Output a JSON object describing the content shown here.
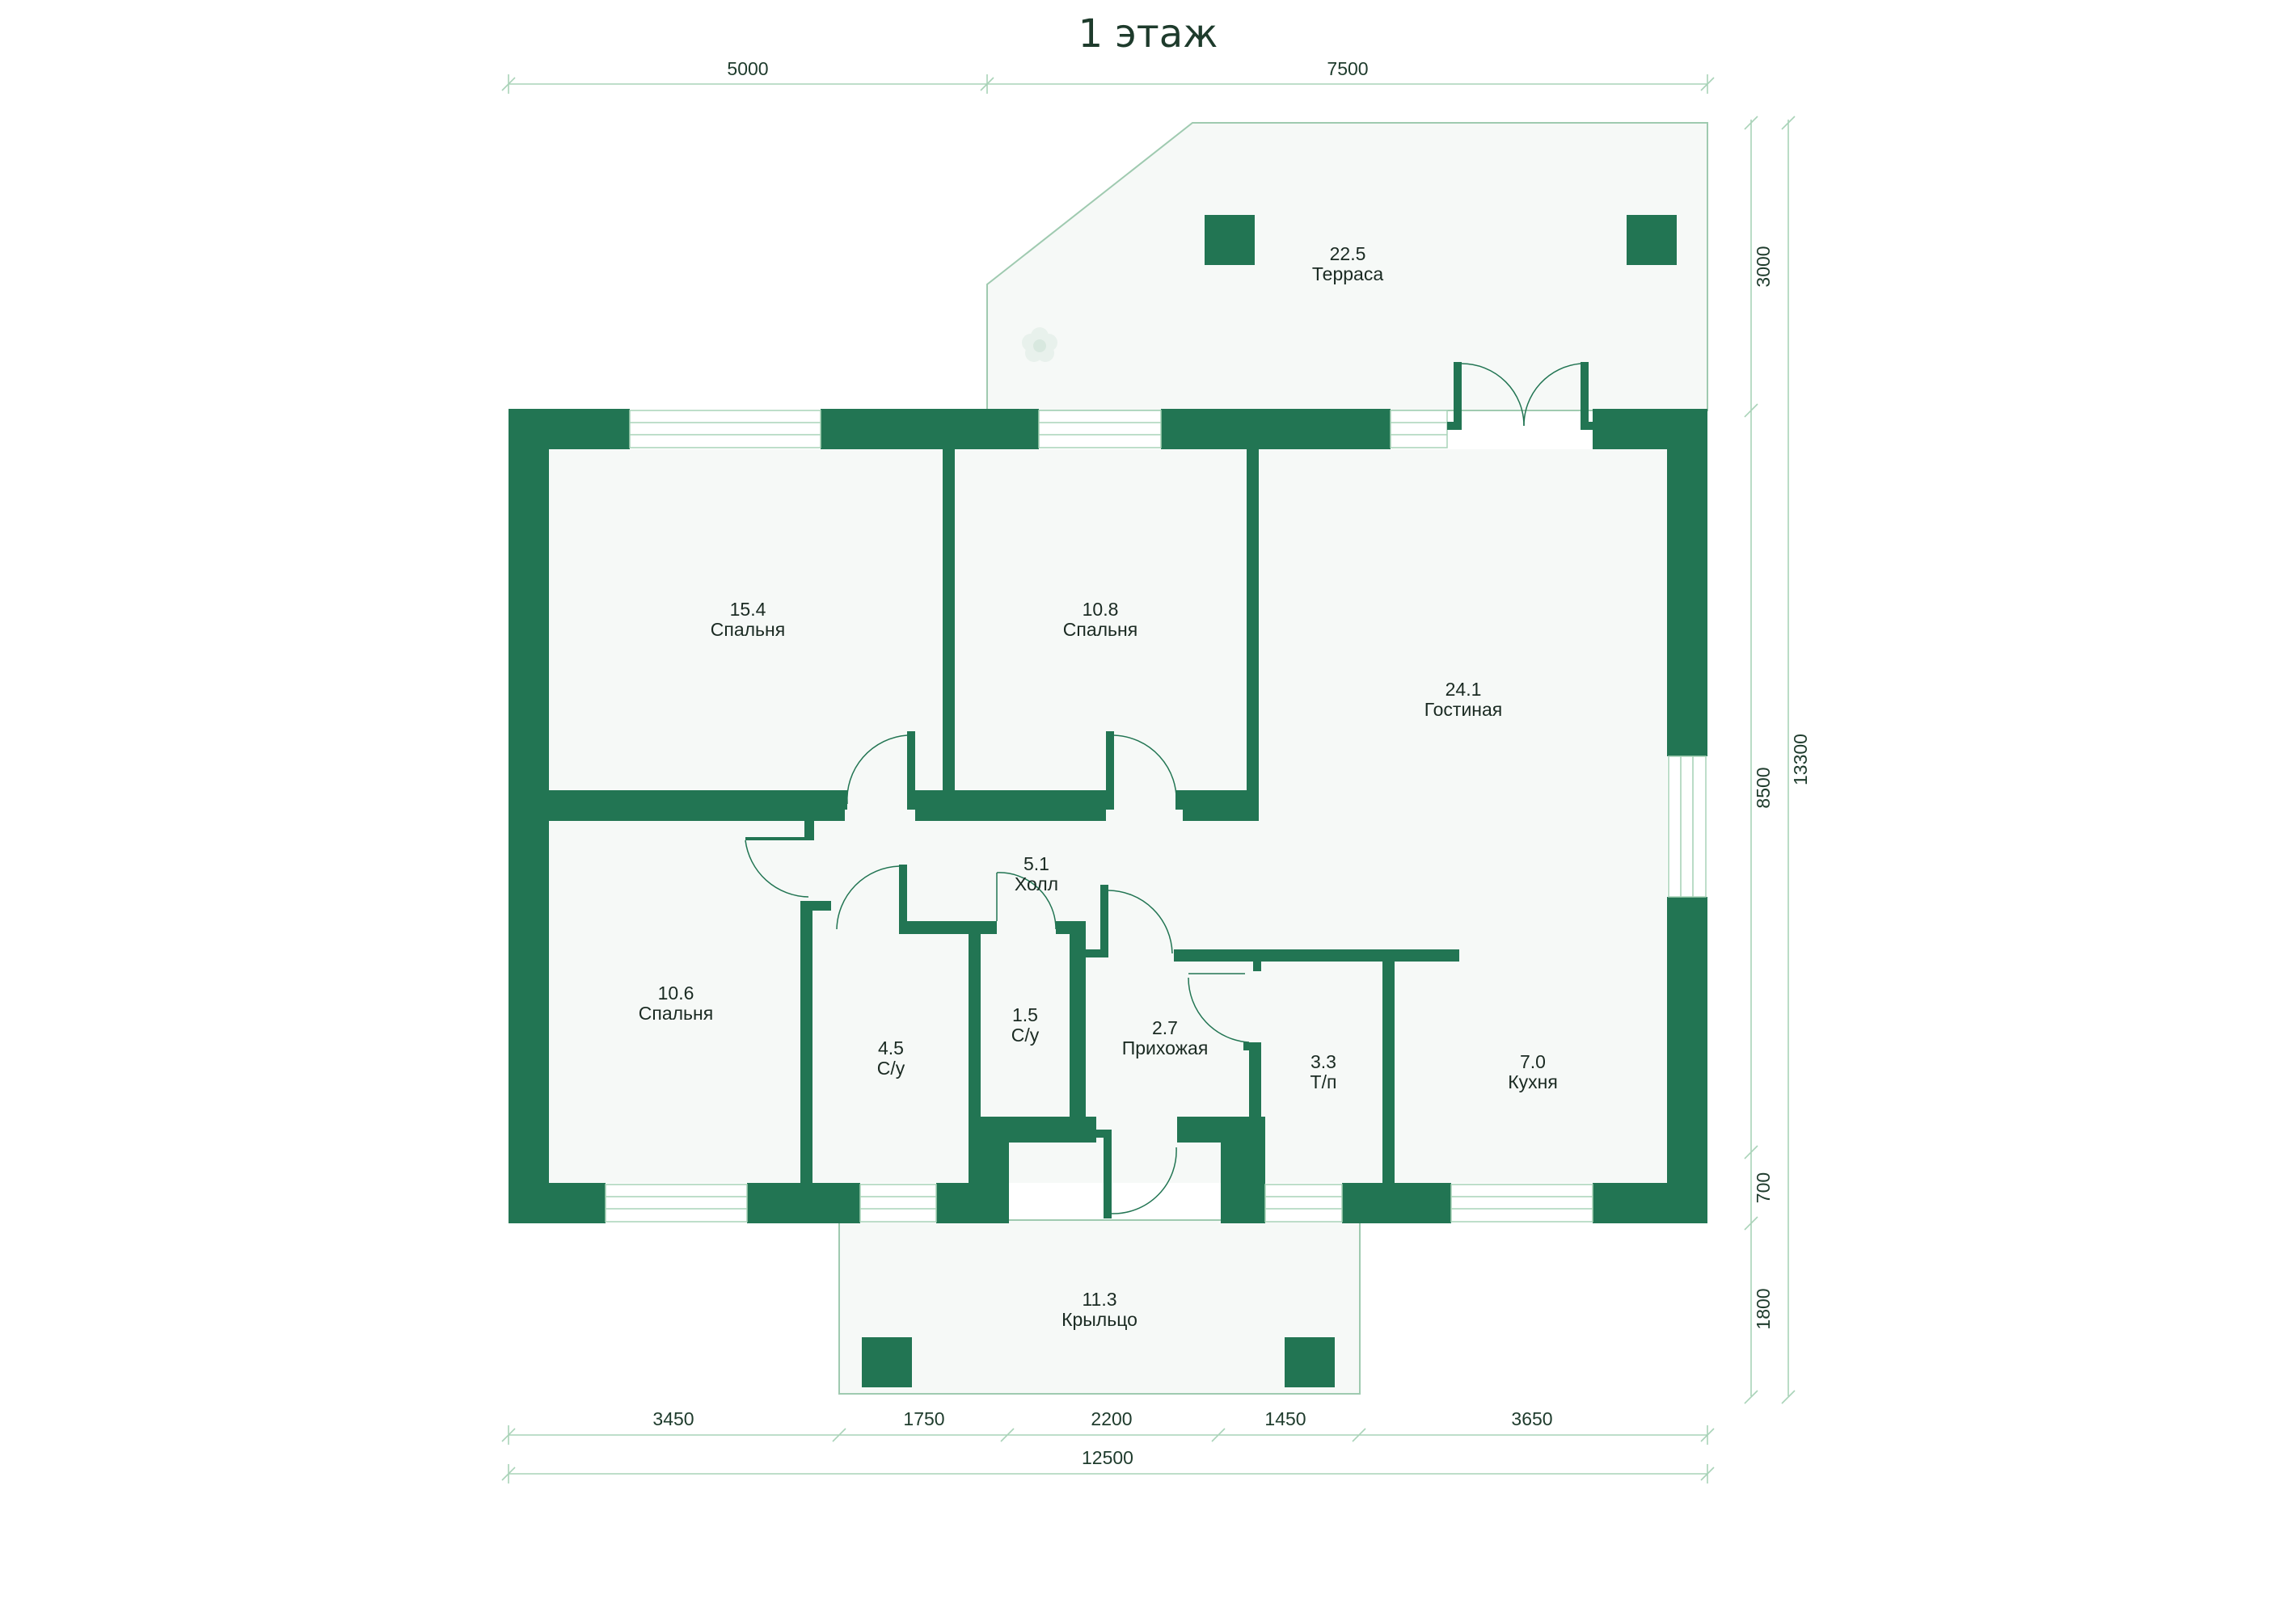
{
  "title": "1 этаж",
  "colors": {
    "wall": "#227553",
    "floor": "#f6f9f7",
    "dimension_line": "#a9d3b8",
    "text": "#1e3b2c"
  },
  "dimensions": {
    "top": [
      "5000",
      "7500"
    ],
    "right_parts": [
      "3000",
      "8500",
      "700",
      "1800"
    ],
    "right_total": "13300",
    "bottom_parts": [
      "3450",
      "1750",
      "2200",
      "1450",
      "3650"
    ],
    "bottom_total": "12500"
  },
  "rooms": [
    {
      "area": "22.5",
      "name": "Терраса"
    },
    {
      "area": "15.4",
      "name": "Спальня"
    },
    {
      "area": "10.8",
      "name": "Спальня"
    },
    {
      "area": "24.1",
      "name": "Гостиная"
    },
    {
      "area": "5.1",
      "name": "Холл"
    },
    {
      "area": "10.6",
      "name": "Спальня"
    },
    {
      "area": "4.5",
      "name": "С/у"
    },
    {
      "area": "1.5",
      "name": "С/у"
    },
    {
      "area": "2.7",
      "name": "Прихожая"
    },
    {
      "area": "3.3",
      "name": "Т/п"
    },
    {
      "area": "7.0",
      "name": "Кухня"
    },
    {
      "area": "11.3",
      "name": "Крыльцо"
    }
  ]
}
